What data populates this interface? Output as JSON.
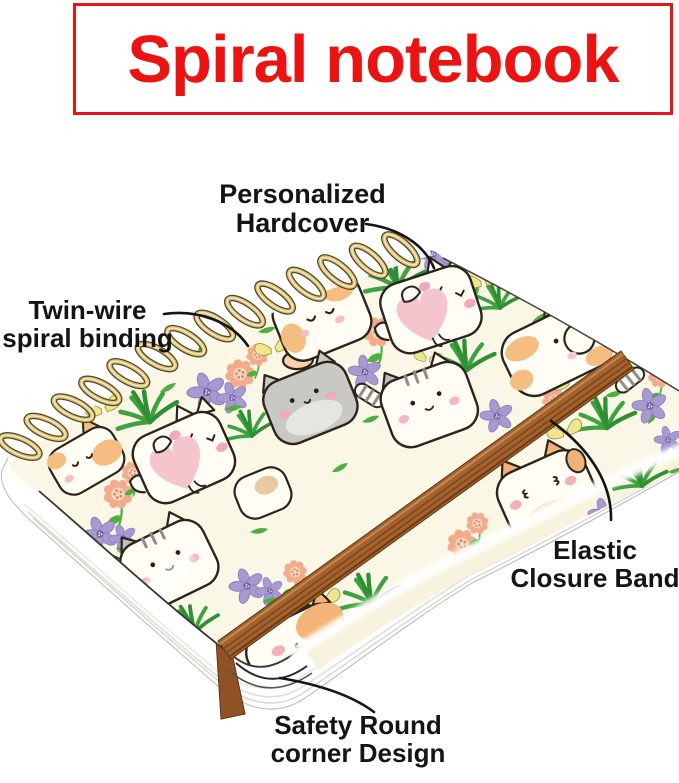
{
  "title": "Spiral notebook",
  "callouts": {
    "personalized": {
      "line1": "Personalized",
      "line2": "Hardcover"
    },
    "twin_wire": {
      "line1": "Twin-wire",
      "line2": "spiral binding"
    },
    "elastic": {
      "line1": "Elastic",
      "line2": "Closure Band"
    },
    "safety": {
      "line1": "Safety Round",
      "line2": "corner Design"
    }
  },
  "colors": {
    "title_red": "#EC1313",
    "label_text": "#141414",
    "cover_cream": "#FAF7E6",
    "band_brown": "#A3622E",
    "spiral_gold": "#D8C07B",
    "heart_pink": "#F5C5CE",
    "cat_patch_orange": "#F5BD80",
    "flower_peach": "#F2AC8C",
    "flower_purple": "#A79AD1",
    "grass_green": "#3EA33E"
  },
  "notebook": {
    "pattern_motifs": [
      "kawaii cats",
      "peach flowers",
      "purple flowers",
      "grass tufts",
      "yellow butterflies",
      "green leaves"
    ],
    "features_labeled": 4
  }
}
